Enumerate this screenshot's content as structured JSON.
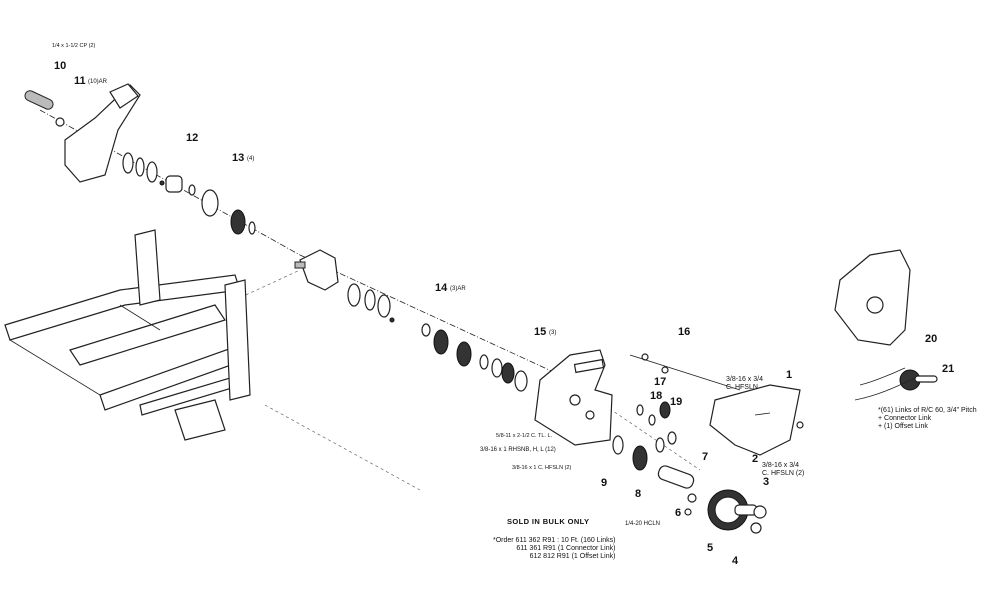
{
  "callouts": {
    "n1": "1",
    "n2": "2",
    "n3": "3",
    "n4": "4",
    "n5": "5",
    "n6": "6",
    "n7": "7",
    "n8": "8",
    "n9": "9",
    "n10": "10",
    "n11": "11",
    "n11_qty": "(10)AR",
    "n12": "12",
    "n13": "13",
    "n13_qty": "(4)",
    "n14": "14",
    "n14_qty": "(3)AR",
    "n15": "15",
    "n15_qty": "(3)",
    "n16": "16",
    "n17": "17",
    "n18": "18",
    "n19": "19",
    "n20": "20",
    "n21": "21"
  },
  "hardware": {
    "cp": "1/4 x 1-1/2 CP (2)",
    "hfsln_top": "3/8-16 x 3/4\nC. HFSLN",
    "hfsln_bottom": "3/8-16 x 3/4\nC. HFSLN (2)",
    "ctl": "5/8-11 x 2-1/2 C. TL. L.",
    "rhsnb": "3/8-16 x 1 RHSNB, H, L (12)",
    "hfsln_left": "3/8-16 x 1 C. HFSLN (2)",
    "hcln": "1/4-20 HCLN"
  },
  "notes": {
    "sold_in_bulk": "SOLD IN BULK ONLY",
    "order": "*Order 611 362 R91 : 10 Ft. (160 Links)\n611 361 R91 (1 Connector Link)\n612 812 R91 (1 Offset Link)",
    "links": "*(61) Links of R/C 60, 3/4\" Pitch\n+ Connector Link\n+ (1) Offset Link"
  }
}
